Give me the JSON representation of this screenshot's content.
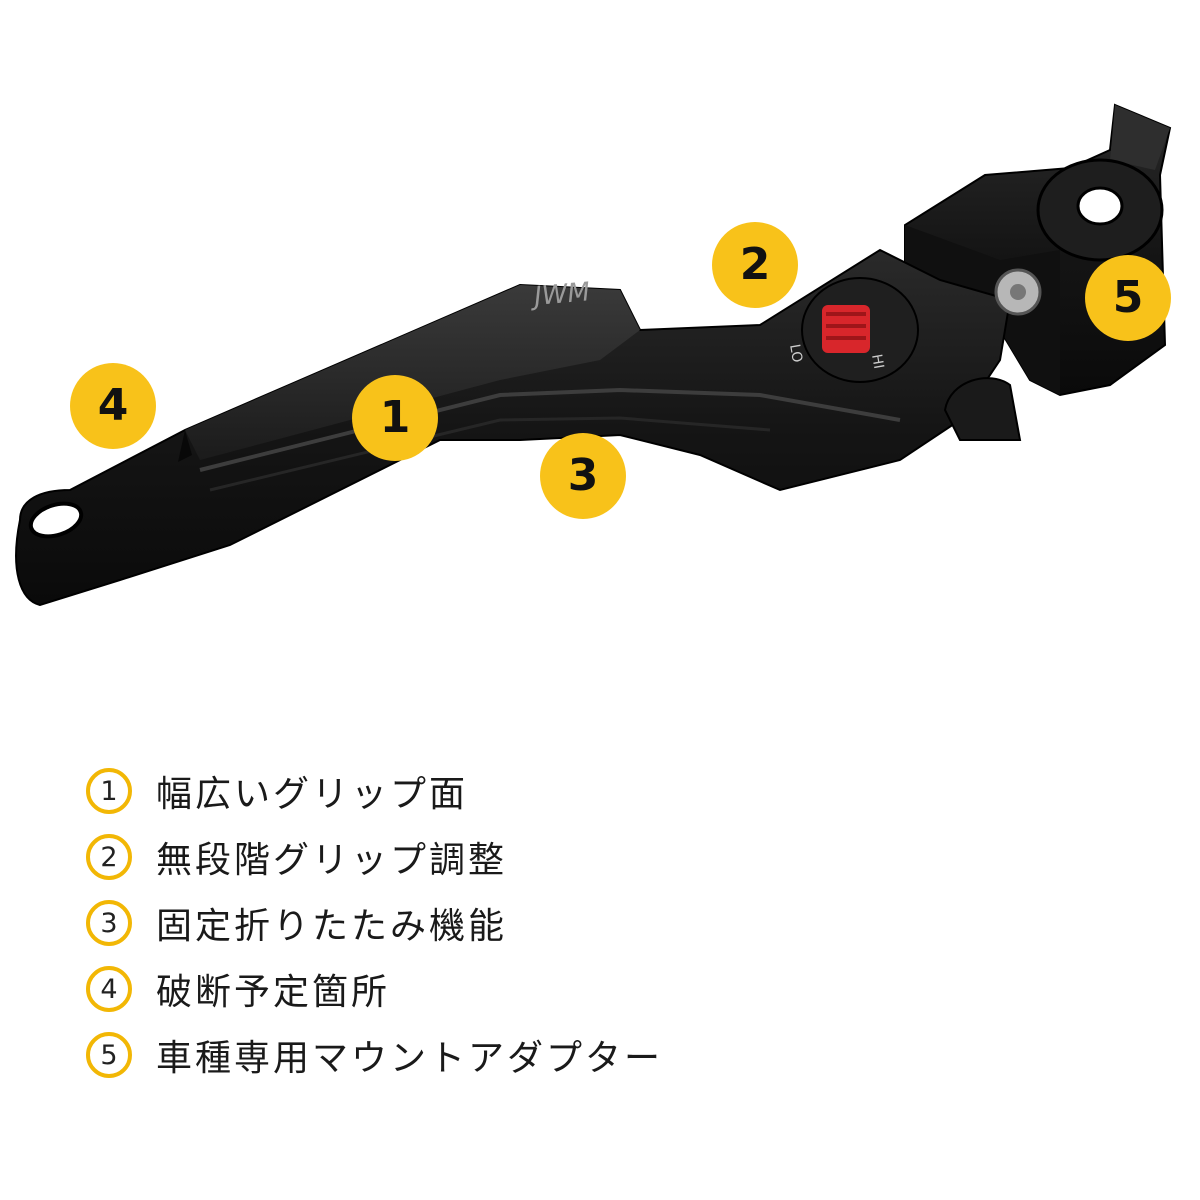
{
  "product": {
    "logo_text": "JWM",
    "adjuster_labels": [
      "LO",
      "HI"
    ]
  },
  "markers": [
    {
      "id": "1",
      "label": "1"
    },
    {
      "id": "2",
      "label": "2"
    },
    {
      "id": "3",
      "label": "3"
    },
    {
      "id": "4",
      "label": "4"
    },
    {
      "id": "5",
      "label": "5"
    }
  ],
  "legend": [
    {
      "num": "1",
      "text": "幅広いグリップ面"
    },
    {
      "num": "2",
      "text": "無段階グリップ調整"
    },
    {
      "num": "3",
      "text": "固定折りたたみ機能"
    },
    {
      "num": "4",
      "text": "破断予定箇所"
    },
    {
      "num": "5",
      "text": "車種専用マウントアダプター"
    }
  ],
  "colors": {
    "marker_fill": "#f8c21a",
    "marker_ring": "#f2b705",
    "lever_body": "#141414",
    "adjuster": "#d8262b"
  }
}
